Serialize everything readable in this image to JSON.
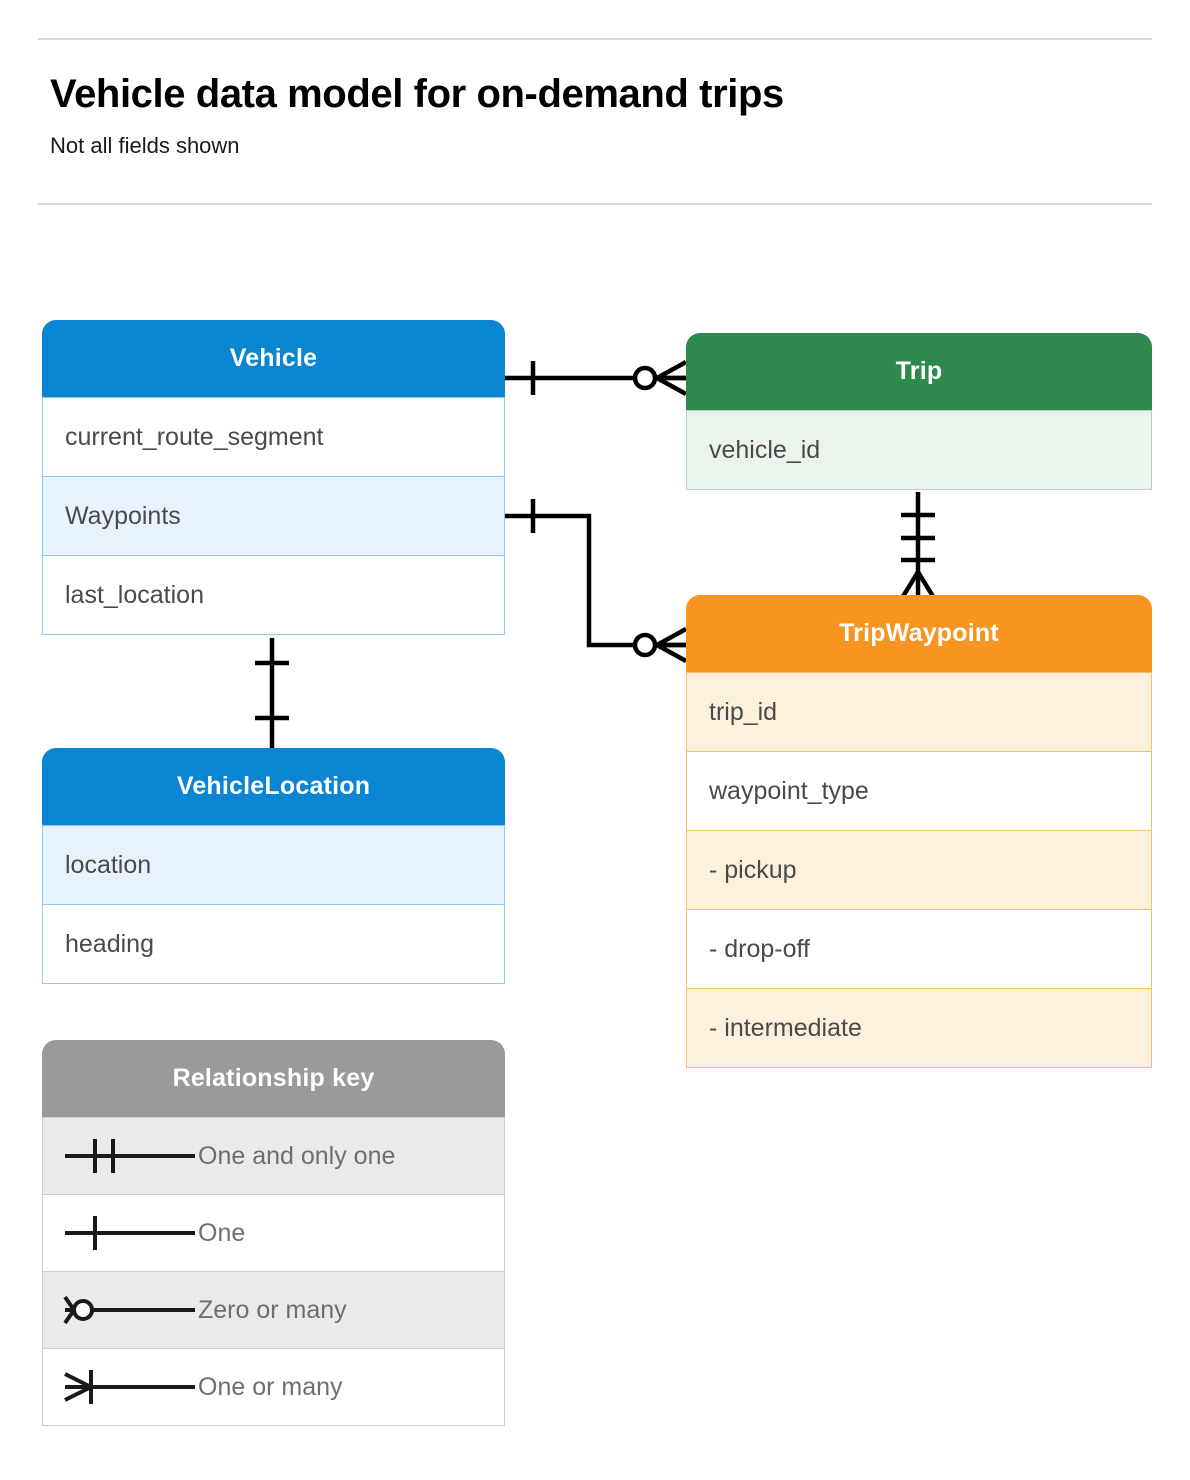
{
  "header": {
    "title": "Vehicle data model for on-demand trips",
    "subtitle": "Not all fields shown"
  },
  "entities": [
    {
      "id": "vehicle",
      "name": "Vehicle",
      "color": "#0A85D1",
      "fields": [
        {
          "label": "current_route_segment",
          "highlight": false
        },
        {
          "label": "Waypoints",
          "highlight": true
        },
        {
          "label": "last_location",
          "highlight": false
        }
      ]
    },
    {
      "id": "trip",
      "name": "Trip",
      "color": "#2E8A4C",
      "fields": [
        {
          "label": "vehicle_id",
          "highlight": true
        }
      ]
    },
    {
      "id": "tripwaypoint",
      "name": "TripWaypoint",
      "color": "#F79520",
      "fields": [
        {
          "label": "trip_id",
          "highlight": true
        },
        {
          "label": "waypoint_type",
          "highlight": false
        },
        {
          "label": "-  pickup",
          "highlight": true
        },
        {
          "label": "-  drop-off",
          "highlight": false
        },
        {
          "label": "-  intermediate",
          "highlight": true
        }
      ]
    },
    {
      "id": "vehiclelocation",
      "name": "VehicleLocation",
      "color": "#0A85D1",
      "fields": [
        {
          "label": "location",
          "highlight": true
        },
        {
          "label": "heading",
          "highlight": false
        }
      ]
    }
  ],
  "legend": {
    "title": "Relationship key",
    "header_color": "#9A9A9A",
    "rows": [
      {
        "label": "One and only one",
        "symbol": "one-and-only-one"
      },
      {
        "label": "One",
        "symbol": "one"
      },
      {
        "label": "Zero or many",
        "symbol": "zero-or-many"
      },
      {
        "label": "One or many",
        "symbol": "one-or-many"
      }
    ]
  },
  "relationships": [
    {
      "from": "vehicle",
      "to": "trip",
      "from_cardinality": "one",
      "to_cardinality": "zero-or-many"
    },
    {
      "from": "vehicle.Waypoints",
      "to": "tripwaypoint",
      "from_cardinality": "one",
      "to_cardinality": "zero-or-many"
    },
    {
      "from": "trip",
      "to": "tripwaypoint",
      "from_cardinality": "one-and-only-one",
      "to_cardinality": "one-or-many"
    },
    {
      "from": "vehicle",
      "to": "vehiclelocation",
      "from_cardinality": "one",
      "to_cardinality": "one"
    }
  ]
}
